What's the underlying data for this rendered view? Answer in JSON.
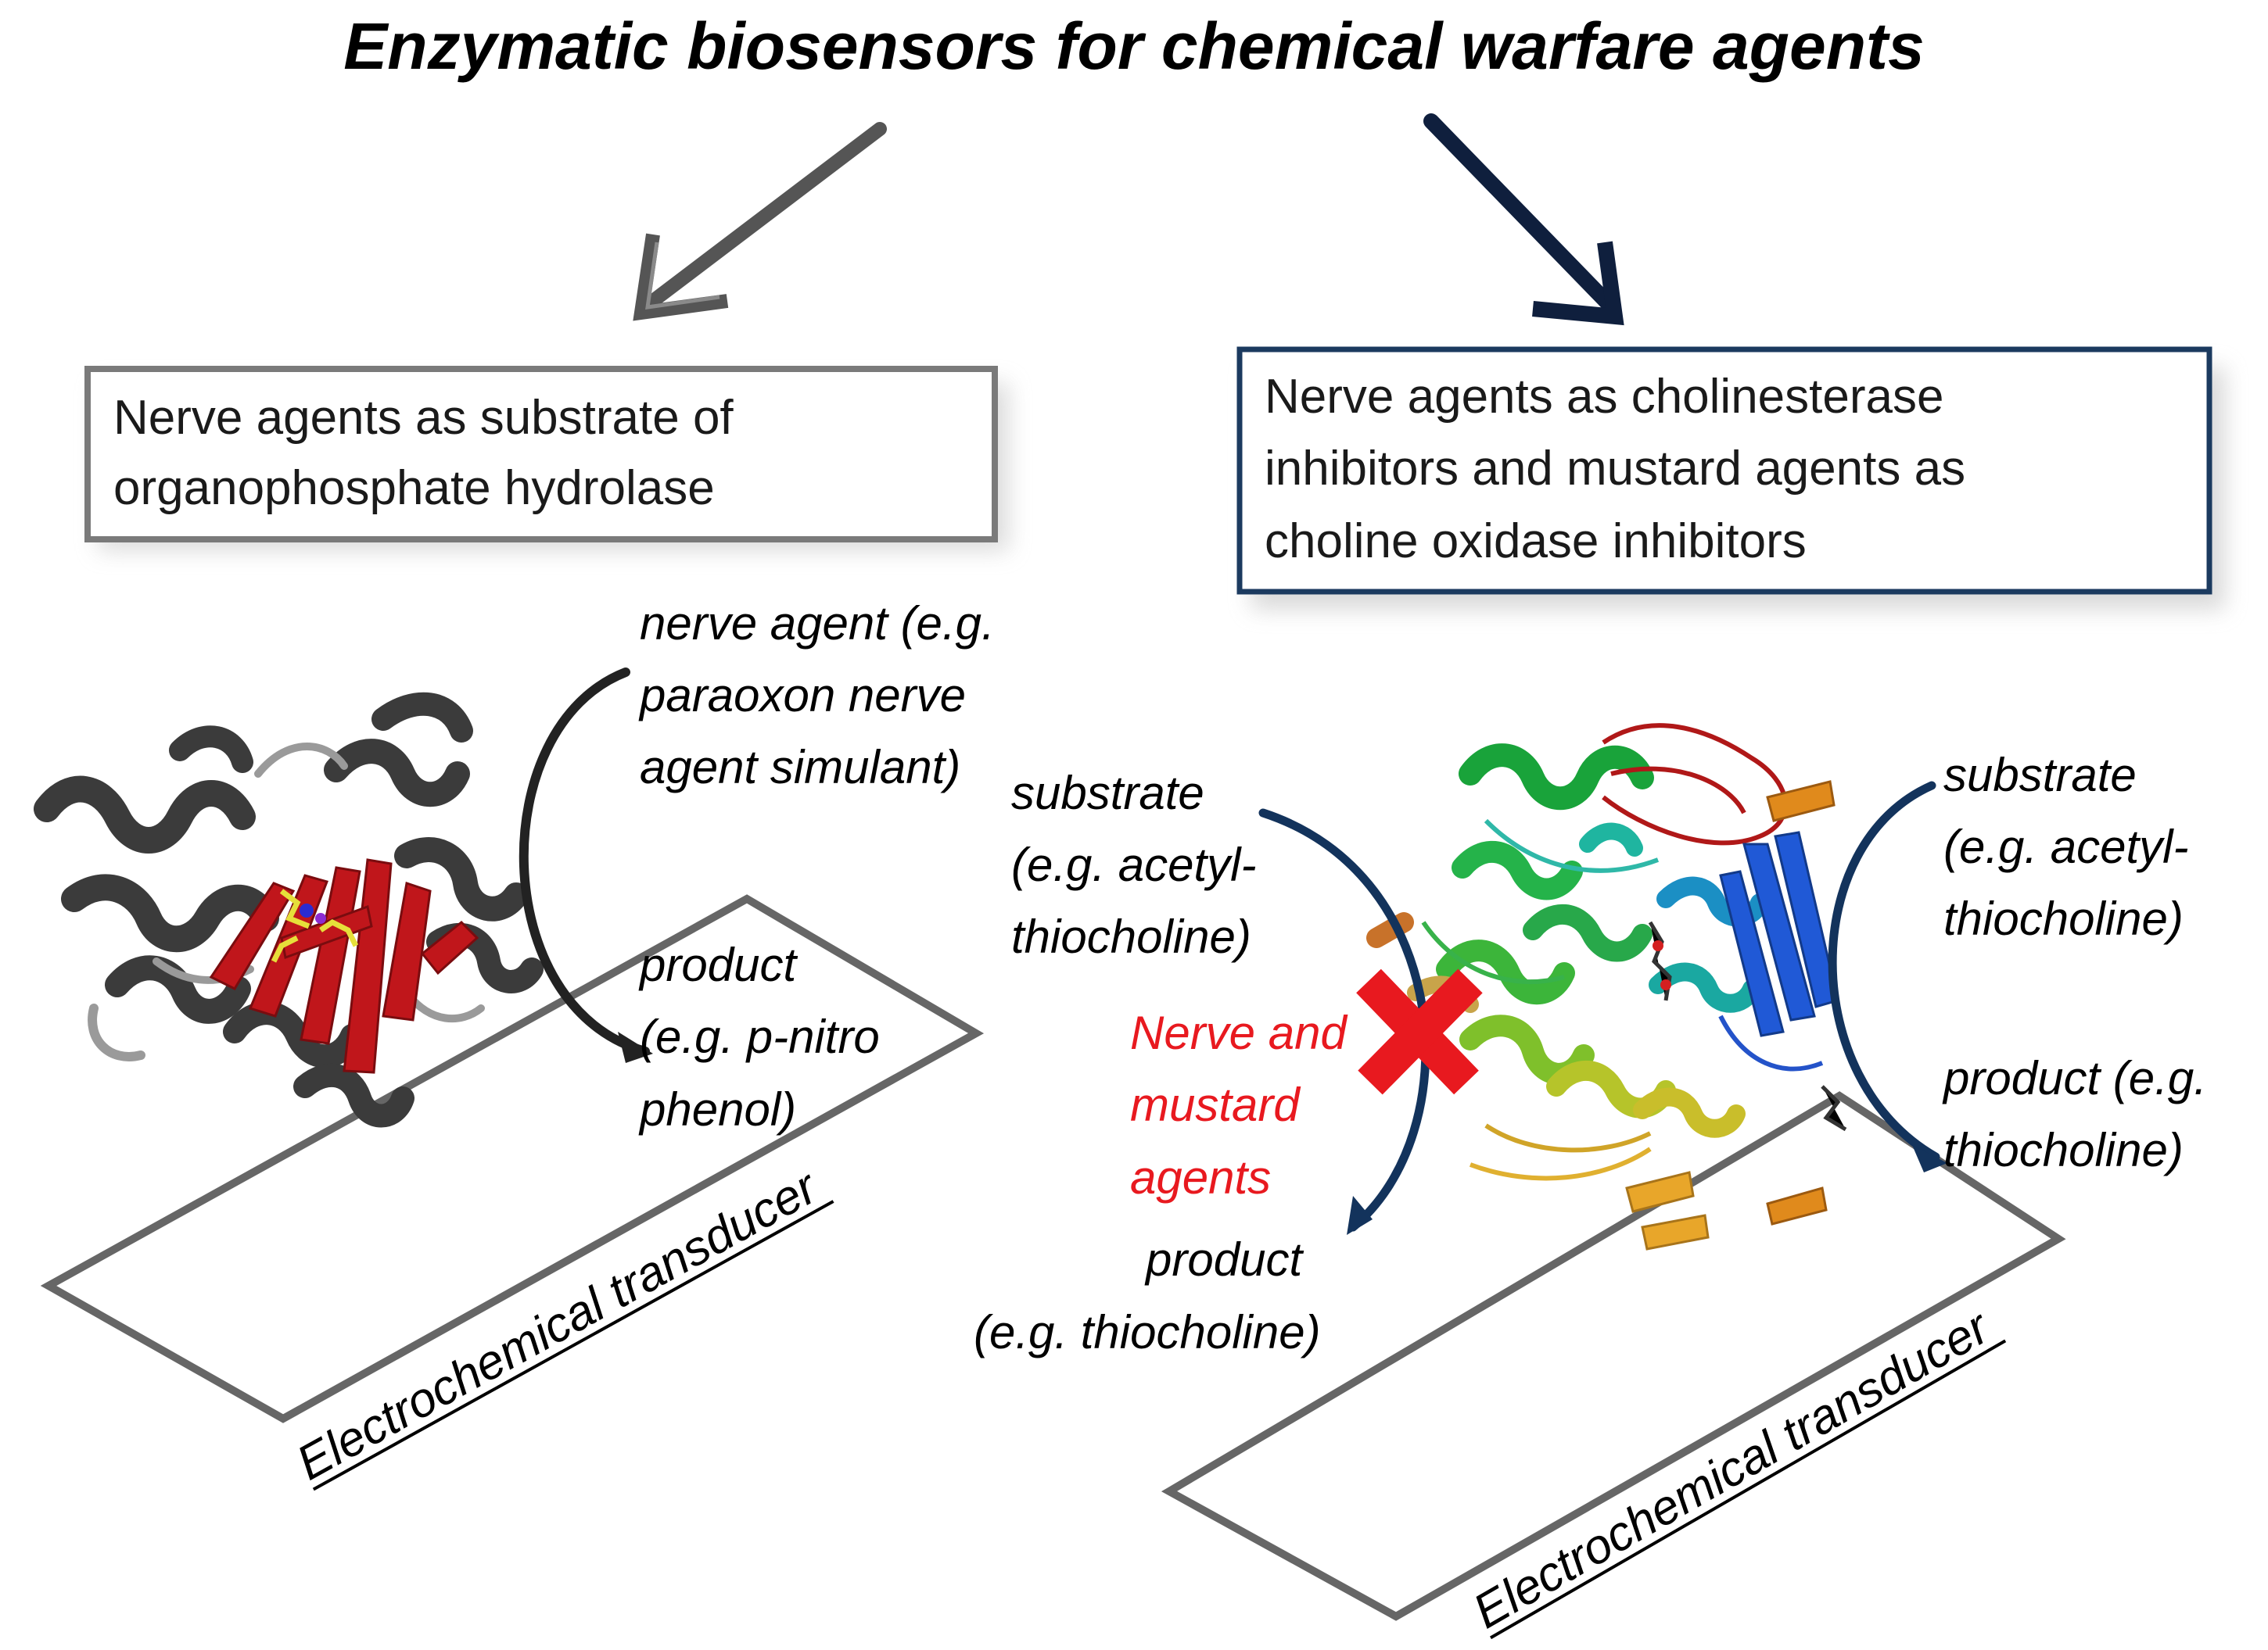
{
  "title": "Enzymatic biosensors for chemical warfare agents",
  "colors": {
    "left_arrow": "#555555",
    "right_arrow": "#0f1f3d",
    "left_box_border": "#7a7a7a",
    "right_box_border": "#1b3a5f",
    "curve_left": "#222222",
    "curve_right": "#13335c",
    "inhibitor_text": "#e8191f",
    "cross": "#e8191f",
    "transducer": "#666666"
  },
  "left_panel": {
    "box_lines": [
      "Nerve agents as substrate of",
      "organophosphate hydrolase"
    ],
    "enzyme_icon": "protein-ribbon-structure-opd",
    "input_lines": [
      "nerve agent (e.g.",
      "paraoxon nerve",
      "agent simulant)"
    ],
    "output_lines": [
      "product",
      "(e.g. p-nitro",
      "phenol)"
    ],
    "transducer_label": "Electrochemical transducer"
  },
  "right_panel": {
    "box_lines": [
      "Nerve agents as cholinesterase",
      "inhibitors and mustard agents as",
      "choline oxidase inhibitors"
    ],
    "enzyme_icon": "protein-ribbon-structure-ache",
    "left_input_lines": [
      "substrate",
      "(e.g. acetyl-",
      "thiocholine)"
    ],
    "inhibitor_lines": [
      "Nerve and",
      "mustard",
      "agents"
    ],
    "left_output_lines": [
      "product",
      "(e.g. thiocholine)"
    ],
    "right_input_lines": [
      "substrate",
      "(e.g. acetyl-",
      "thiocholine)"
    ],
    "right_output_lines": [
      "product (e.g.",
      "thiocholine)"
    ],
    "transducer_label": "Electrochemical transducer"
  }
}
